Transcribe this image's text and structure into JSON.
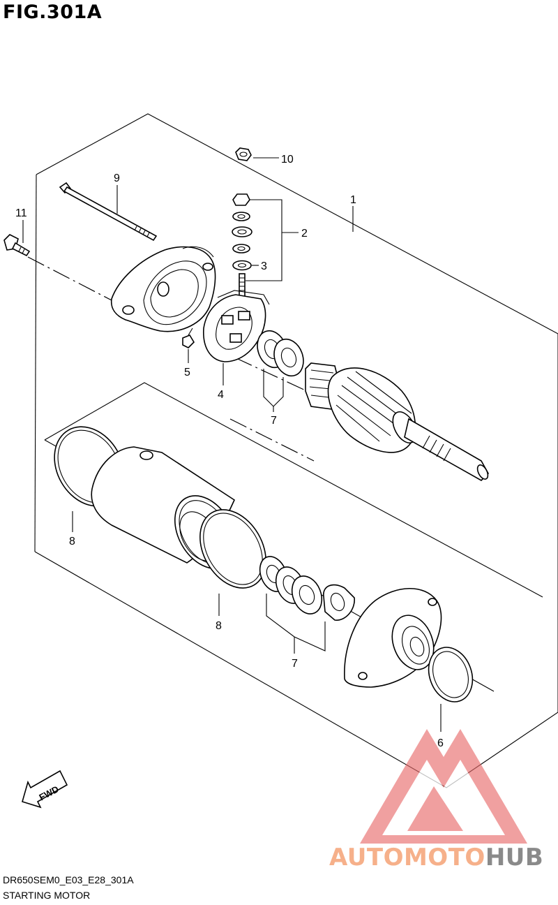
{
  "figure": {
    "title": "FIG.301A",
    "code": "DR650SEM0_E03_E28_301A",
    "subtitle": "STARTING MOTOR"
  },
  "callouts": [
    {
      "id": "c1",
      "label": "1"
    },
    {
      "id": "c2",
      "label": "2"
    },
    {
      "id": "c3",
      "label": "3"
    },
    {
      "id": "c4",
      "label": "4"
    },
    {
      "id": "c5",
      "label": "5"
    },
    {
      "id": "c6",
      "label": "6"
    },
    {
      "id": "c7a",
      "label": "7"
    },
    {
      "id": "c7b",
      "label": "7"
    },
    {
      "id": "c8a",
      "label": "8"
    },
    {
      "id": "c8b",
      "label": "8"
    },
    {
      "id": "c9",
      "label": "9"
    },
    {
      "id": "c10",
      "label": "10"
    },
    {
      "id": "c11",
      "label": "11"
    }
  ],
  "direction_marker": {
    "label": "FWD"
  },
  "watermark": {
    "part1": "AUTOMOTO",
    "part2": "HUB",
    "color_primary": "#f6b08a",
    "color_secondary": "#8a8a8a",
    "logo_color": "#e86a6a"
  }
}
